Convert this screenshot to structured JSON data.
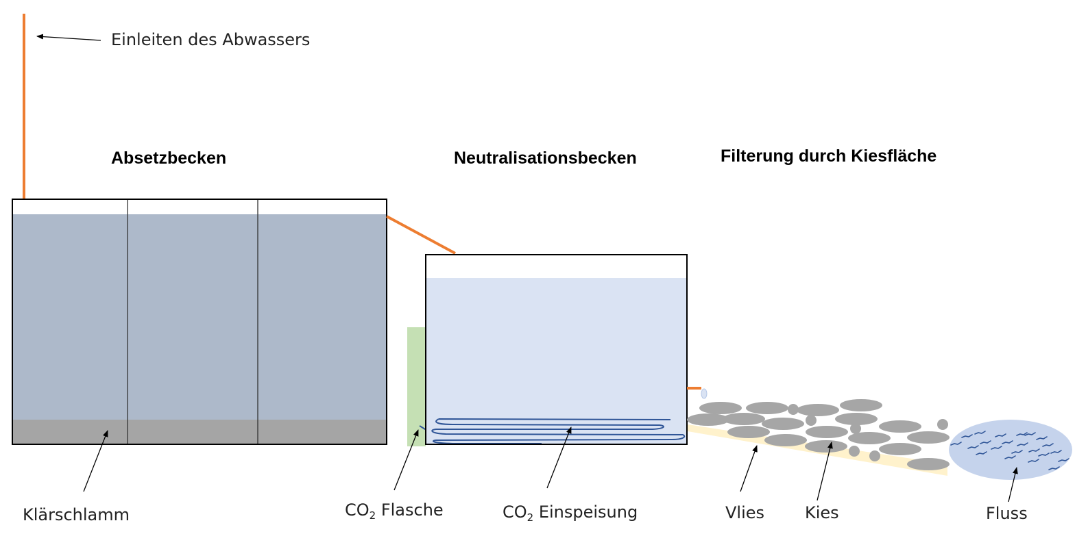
{
  "titles": {
    "absetzbecken": "Absetzbecken",
    "neutralisationsbecken": "Neutralisationsbecken",
    "filterung": "Filterung durch Kiesfläche"
  },
  "labels": {
    "einleiten": "Einleiten des Abwassers",
    "klaerschlamm": "Klärschlamm",
    "co2_prefix": "CO",
    "co2_sub": "2",
    "flasche": " Flasche",
    "einspeisung": " Einspeisung",
    "vlies": "Vlies",
    "kies": "Kies",
    "fluss": "Fluss"
  },
  "colors": {
    "pipe": "#ed7d31",
    "sediment_water": "#adb9ca",
    "sludge": "#a5a5a5",
    "neutral_water": "#dae3f3",
    "co2_bottle": "#c5e0b4",
    "co2_coil": "#2f5597",
    "gravel": "#a6a6a6",
    "fleece": "#fff2cc",
    "river": "#c5d3ec",
    "river_waves": "#2f5597"
  }
}
